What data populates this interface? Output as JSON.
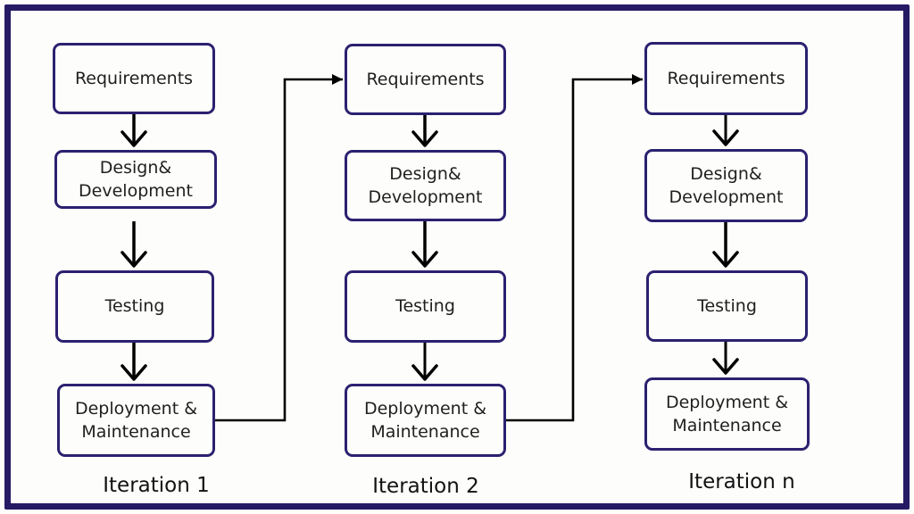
{
  "diagram": {
    "type": "flowchart",
    "description": "Iterative software development process diagram with three iteration columns",
    "frame_color": "#251b64",
    "box_border_color": "#2b2170",
    "arrow_color": "#000000",
    "background_color": "#fdfdfb",
    "columns": [
      {
        "label": "Iteration 1",
        "boxes": [
          "Requirements",
          "Design& Development",
          "Testing",
          "Deployment & Maintenance"
        ]
      },
      {
        "label": "Iteration 2",
        "boxes": [
          "Requirements",
          "Design& Development",
          "Testing",
          "Deployment & Maintenance"
        ]
      },
      {
        "label": "Iteration n",
        "boxes": [
          "Requirements",
          "Design& Development",
          "Testing",
          "Deployment & Maintenance"
        ]
      }
    ],
    "connections": [
      "Deployment & Maintenance (Iteration 1) -> Requirements (Iteration 2)",
      "Deployment & Maintenance (Iteration 2) -> Requirements (Iteration n)"
    ]
  }
}
